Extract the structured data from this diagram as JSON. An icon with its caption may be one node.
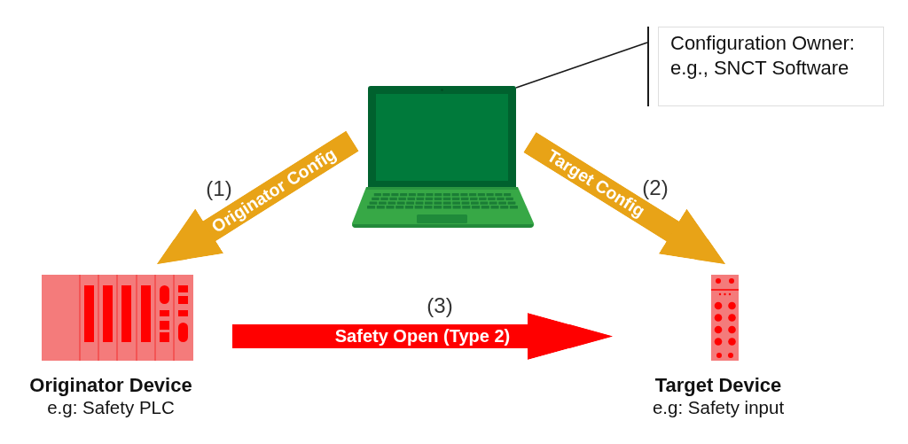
{
  "diagram": {
    "nodes": [
      {
        "text": [
          "Configuration Owner: e.g., SNCT Software"
        ]
      },
      {
        "text": [],
        "shape": "picture"
      },
      {
        "text": [
          "Originator Device",
          "e.g: Safety PLC"
        ]
      },
      {
        "text": [
          "Target Device",
          "e.g: Safety input"
        ]
      }
    ],
    "edges": [
      {
        "from": 1,
        "to": 2,
        "arrow": "to",
        "label": "Originator Config",
        "color": "#e8a317"
      },
      {
        "from": 1,
        "to": 3,
        "arrow": "to",
        "label": "Target Config",
        "color": "#e8a317"
      },
      {
        "from": 2,
        "to": 3,
        "arrow": "to",
        "label": "Safety Open (Type 2)",
        "color": "#ff0000"
      },
      {
        "from": 0,
        "to": 1,
        "arrow": "none",
        "color": "#1a1a1a"
      }
    ],
    "labels": [
      "(1)",
      "(2)",
      "(3)"
    ]
  }
}
